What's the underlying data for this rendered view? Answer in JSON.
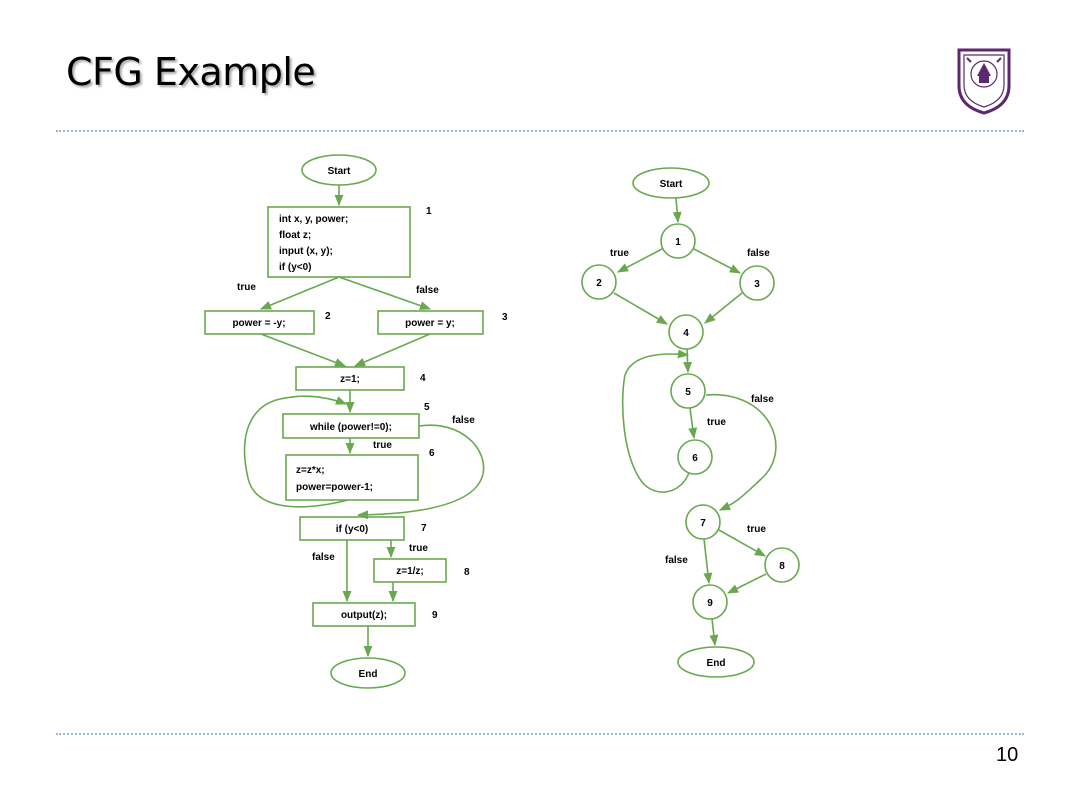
{
  "slide": {
    "title": "CFG Example",
    "page_number": "10"
  },
  "colors": {
    "edge": "#6aa84f",
    "rule": "#9db6d8",
    "logo": "#5b2a6e"
  },
  "flowchart": {
    "start": "Start",
    "end": "End",
    "block1": {
      "lines": [
        "int x, y, power;",
        "float z;",
        "input (x, y);",
        "if (y<0)"
      ],
      "num": "1"
    },
    "block2": {
      "text": "power = -y;",
      "num": "2"
    },
    "block3": {
      "text": "power = y;",
      "num": "3"
    },
    "block4": {
      "text": "z=1;",
      "num": "4"
    },
    "block5": {
      "text": "while (power!=0);",
      "num": "5"
    },
    "block6": {
      "lines": [
        "z=z*x;",
        "power=power-1;"
      ],
      "num": "6"
    },
    "block7": {
      "text": "if (y<0)",
      "num": "7"
    },
    "block8": {
      "text": "z=1/z;",
      "num": "8"
    },
    "block9": {
      "text": "output(z);",
      "num": "9"
    },
    "labels": {
      "b1_true": "true",
      "b1_false": "false",
      "b5_true": "true",
      "b5_false": "false",
      "b7_true": "true",
      "b7_false": "false"
    }
  },
  "cfg": {
    "start": "Start",
    "end": "End",
    "nodes": [
      "1",
      "2",
      "3",
      "4",
      "5",
      "6",
      "7",
      "8",
      "9"
    ],
    "labels": {
      "n1_true": "true",
      "n1_false": "false",
      "n5_true": "true",
      "n5_false": "false",
      "n7_true": "true",
      "n7_false": "false"
    }
  }
}
